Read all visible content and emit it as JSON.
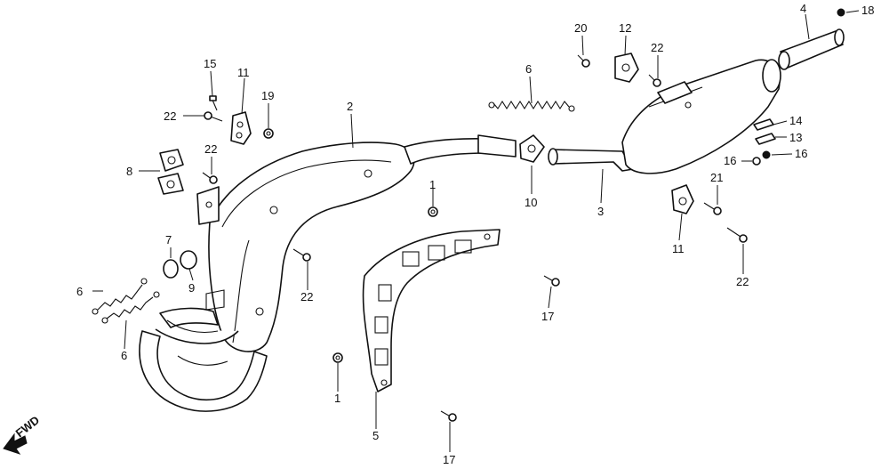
{
  "callouts": [
    {
      "id": "c1a",
      "label": "1"
    },
    {
      "id": "c1b",
      "label": "1"
    },
    {
      "id": "c2",
      "label": "2"
    },
    {
      "id": "c3",
      "label": "3"
    },
    {
      "id": "c4",
      "label": "4"
    },
    {
      "id": "c5",
      "label": "5"
    },
    {
      "id": "c6a",
      "label": "6"
    },
    {
      "id": "c6b",
      "label": "6"
    },
    {
      "id": "c6c",
      "label": "6"
    },
    {
      "id": "c7",
      "label": "7"
    },
    {
      "id": "c8",
      "label": "8"
    },
    {
      "id": "c9",
      "label": "9"
    },
    {
      "id": "c10",
      "label": "10"
    },
    {
      "id": "c11a",
      "label": "11"
    },
    {
      "id": "c11b",
      "label": "11"
    },
    {
      "id": "c12",
      "label": "12"
    },
    {
      "id": "c13",
      "label": "13"
    },
    {
      "id": "c14",
      "label": "14"
    },
    {
      "id": "c15",
      "label": "15"
    },
    {
      "id": "c16a",
      "label": "16"
    },
    {
      "id": "c16b",
      "label": "16"
    },
    {
      "id": "c17a",
      "label": "17"
    },
    {
      "id": "c17b",
      "label": "17"
    },
    {
      "id": "c18",
      "label": "18"
    },
    {
      "id": "c19",
      "label": "19"
    },
    {
      "id": "c20",
      "label": "20"
    },
    {
      "id": "c21",
      "label": "21"
    },
    {
      "id": "c22a",
      "label": "22"
    },
    {
      "id": "c22b",
      "label": "22"
    },
    {
      "id": "c22c",
      "label": "22"
    },
    {
      "id": "c22d",
      "label": "22"
    },
    {
      "id": "c22e",
      "label": "22"
    }
  ],
  "direction_label": "FWD"
}
